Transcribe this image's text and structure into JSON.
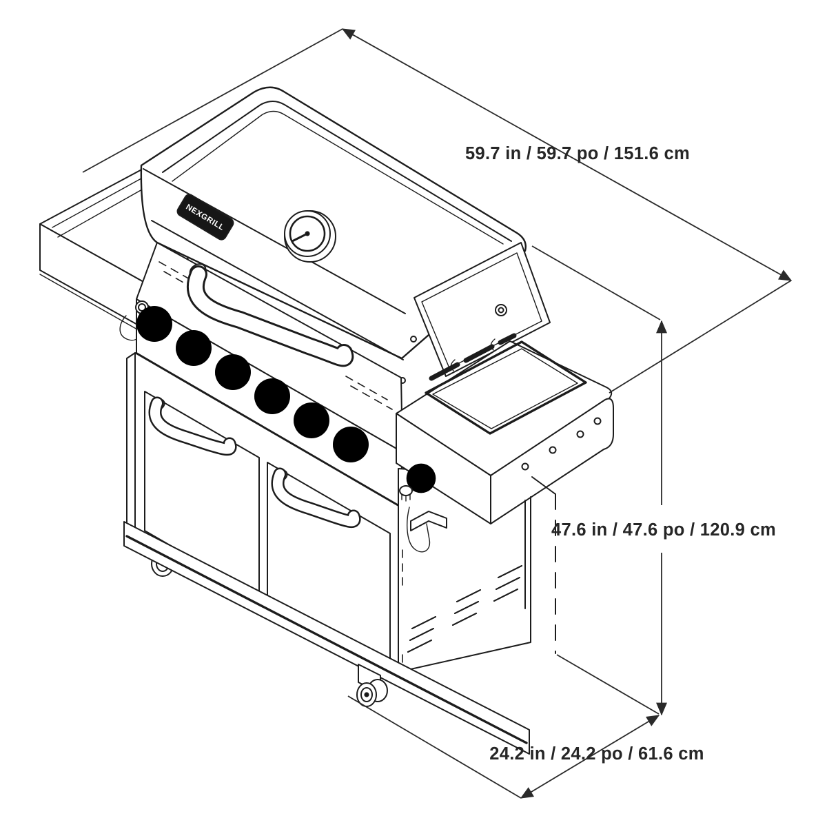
{
  "figure": {
    "type": "product-dimension-diagram",
    "subject": "Isometric technical line drawing of a 6-burner gas grill with side burner shelf, cabinet doors and casters",
    "background_color": "#ffffff",
    "line_color": "#1c1c1c",
    "text_color": "#262626"
  },
  "product": {
    "brand": "NEXGRILL"
  },
  "dimensions": {
    "width": {
      "label": "59.7 in / 59.7 po / 151.6 cm",
      "inches": "59.7",
      "po": "59.7",
      "cm": "151.6"
    },
    "height": {
      "label": "47.6 in / 47.6 po / 120.9 cm",
      "inches": "47.6",
      "po": "47.6",
      "cm": "120.9"
    },
    "depth": {
      "label": "24.2 in / 24.2 po / 61.6 cm",
      "inches": "24.2",
      "po": "24.2",
      "cm": "61.6"
    }
  }
}
